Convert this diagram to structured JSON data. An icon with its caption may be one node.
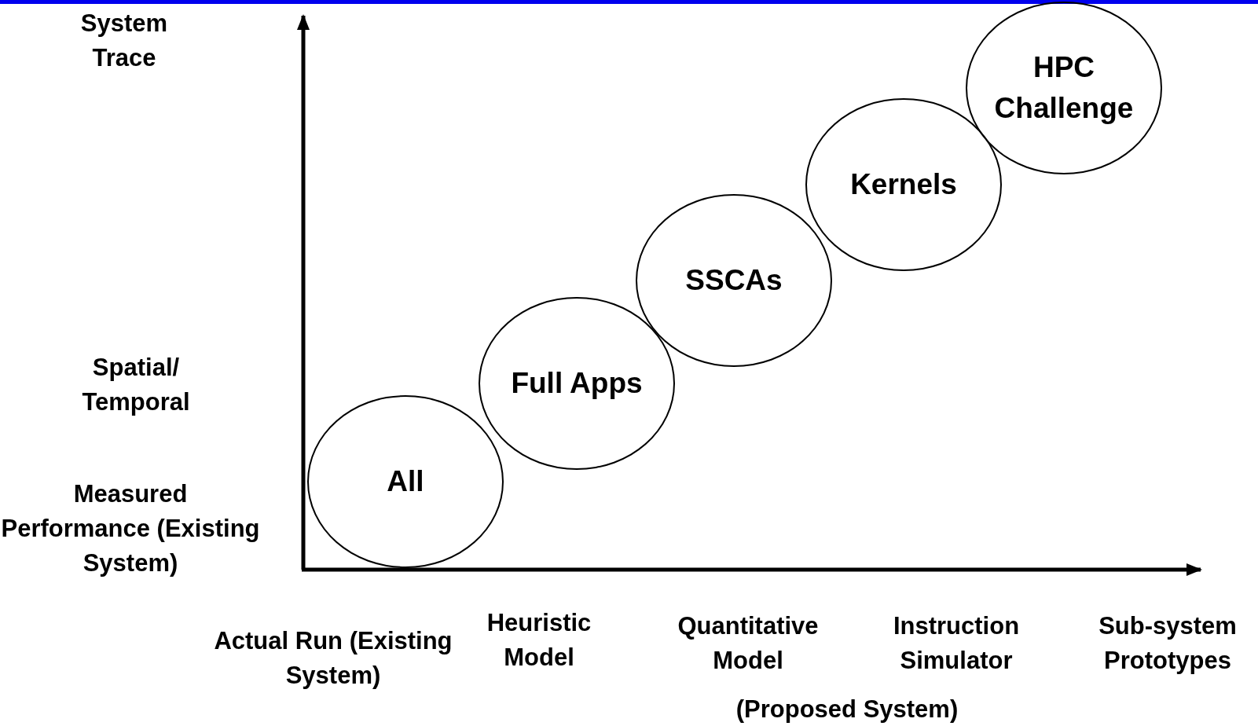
{
  "diagram": {
    "nodes": [
      {
        "text": [
          "All"
        ]
      },
      {
        "text": [
          "Full Apps"
        ]
      },
      {
        "text": [
          "SSCAs"
        ]
      },
      {
        "text": [
          "Kernels"
        ]
      },
      {
        "text": [
          "HPC Challenge"
        ]
      }
    ],
    "labels": [
      "System Trace",
      "Spatial/ Temporal",
      "Measured Performance (Existing System)",
      "Actual Run (Existing System)",
      "Heuristic Model",
      "Quantitative Model",
      "Instruction Simulator",
      "Sub-system Prototypes",
      "(Proposed System)"
    ]
  }
}
